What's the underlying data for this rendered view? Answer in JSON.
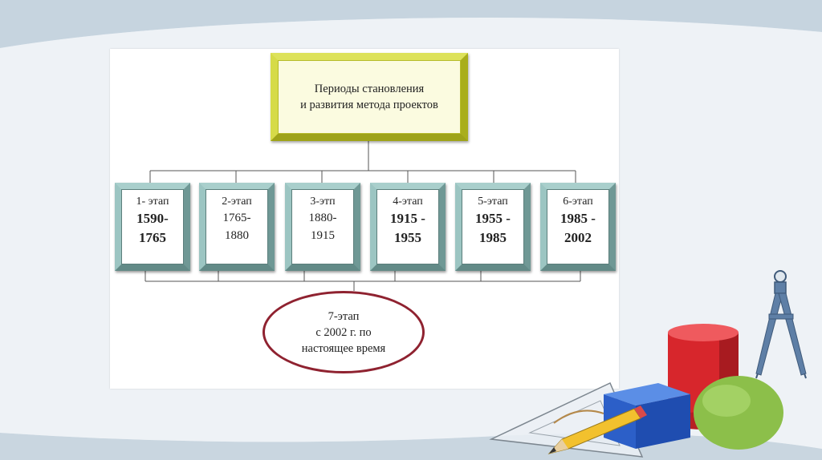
{
  "diagram": {
    "title_lines": [
      "Периоды становления",
      "и развития метода проектов"
    ],
    "stages": [
      {
        "name": "1- этап",
        "years_a": "1590-",
        "years_b": "1765",
        "bold": true
      },
      {
        "name": "2-этап",
        "years_a": "1765-",
        "years_b": "1880",
        "bold": false
      },
      {
        "name": "3-этп",
        "years_a": "1880-",
        "years_b": "1915",
        "bold": false
      },
      {
        "name": "4-этап",
        "years_a": "1915 -",
        "years_b": "1955",
        "bold": true
      },
      {
        "name": "5-этап",
        "years_a": "1955 -",
        "years_b": "1985",
        "bold": true
      },
      {
        "name": "6-этап",
        "years_a": "1985 -",
        "years_b": "2002",
        "bold": true
      }
    ],
    "final_stage_lines": [
      "7-этап",
      "с 2002 г. по",
      "настоящее время"
    ]
  },
  "colors": {
    "title_border": "#c9cf2c",
    "stage_border": "#8bb6b3",
    "oval_border": "#8f2230"
  },
  "decorations": [
    "compass-icon",
    "red-cylinder",
    "blue-cube",
    "green-sphere",
    "triangle-ruler",
    "pencil-icon"
  ]
}
